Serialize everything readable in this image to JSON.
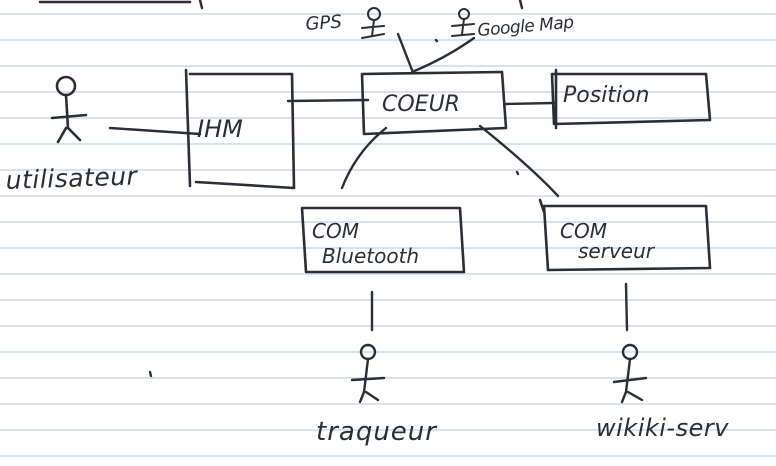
{
  "colors": {
    "paper": "#ffffff",
    "rule": "#bcd3ec",
    "ink": "#2a2e36"
  },
  "actors": {
    "utilisateur": "utilisateur",
    "traqueur": "traqueur",
    "wikiserv": "wikiki-serv",
    "gps": "GPS",
    "google": "Google Map"
  },
  "boxes": {
    "ihm": "IHM",
    "coeur": "COEUR",
    "position": "Position",
    "com_bt_line1": "COM",
    "com_bt_line2": "Bluetooth",
    "com_srv_line1": "COM",
    "com_srv_line2": "serveur"
  }
}
